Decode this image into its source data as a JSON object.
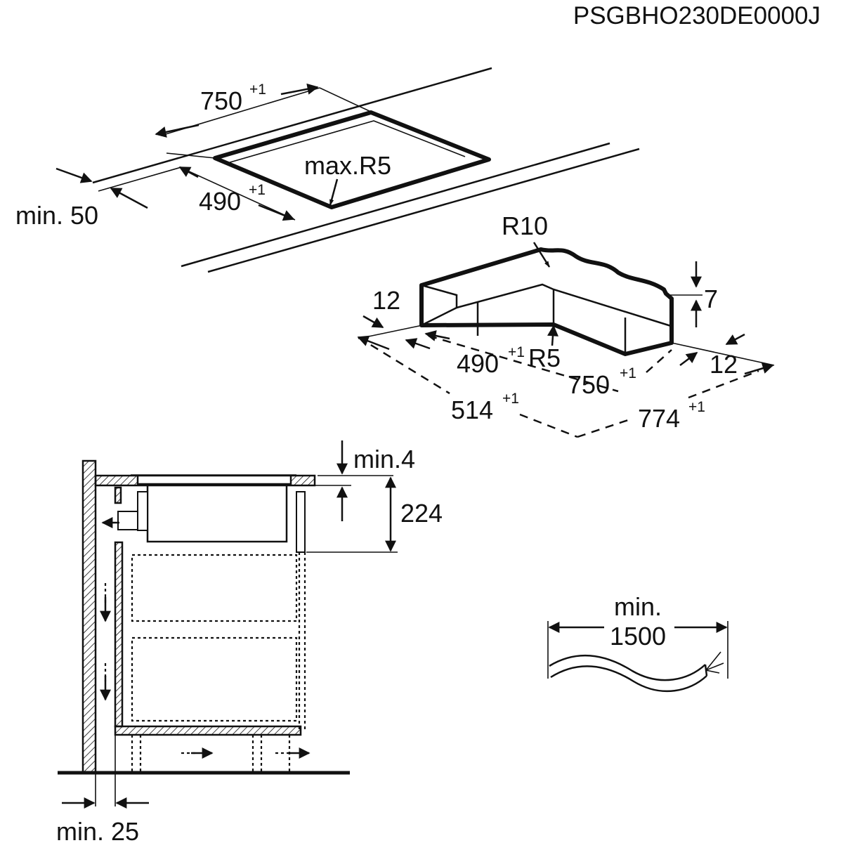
{
  "document_code": "PSGBHO230DE0000J",
  "cutout": {
    "width_label": "750",
    "width_tolerance": "+1",
    "depth_label": "490",
    "depth_tolerance": "+1",
    "corner_radius_label": "max.R5",
    "edge_distance_label": "min. 50"
  },
  "frame_detail": {
    "outer_radius_label": "R10",
    "inner_radius_label": "R5",
    "side_left_label": "12",
    "side_right_label": "12",
    "height_label": "7",
    "inner_depth_label": "490",
    "inner_depth_tolerance": "+1",
    "inner_width_label": "750",
    "inner_width_tolerance": "+1",
    "outer_depth_label": "514",
    "outer_depth_tolerance": "+1",
    "outer_width_label": "774",
    "outer_width_tolerance": "+1"
  },
  "section": {
    "gap_label": "min.4",
    "height_label": "224",
    "wall_distance_label": "min. 25"
  },
  "cable": {
    "length_label_line1": "min.",
    "length_label_line2": "1500"
  }
}
